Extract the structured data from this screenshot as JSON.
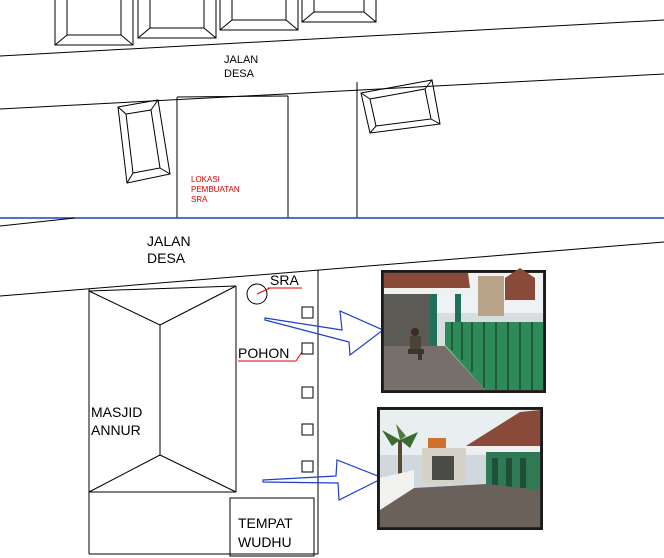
{
  "colors": {
    "line": "#000000",
    "accent_red": "#e00000",
    "blue": "#1f3fd0",
    "photo_frame": "#1a1a1a"
  },
  "labels": {
    "road_top_line1": "JALAN",
    "road_top_line2": "DESA",
    "road_bottom_line1": "JALAN",
    "road_bottom_line2": "DESA",
    "location_line1": "LOKASI",
    "location_line2": "PEMBUATAN",
    "location_line3": "SRA",
    "sra": "SRA",
    "pohon": "POHON",
    "masjid_line1": "MASJID",
    "masjid_line2": "ANNUR",
    "wudhu_line1": "TEMPAT",
    "wudhu_line2": "WUDHU"
  },
  "photos": {
    "top": {
      "name": "photo-mosque-porch"
    },
    "bottom": {
      "name": "photo-mosque-courtyard"
    }
  },
  "icons": {
    "arrow": "outline-arrow-icon",
    "tree": "square-tree-marker-icon",
    "sra": "circle-sra-marker-icon"
  }
}
